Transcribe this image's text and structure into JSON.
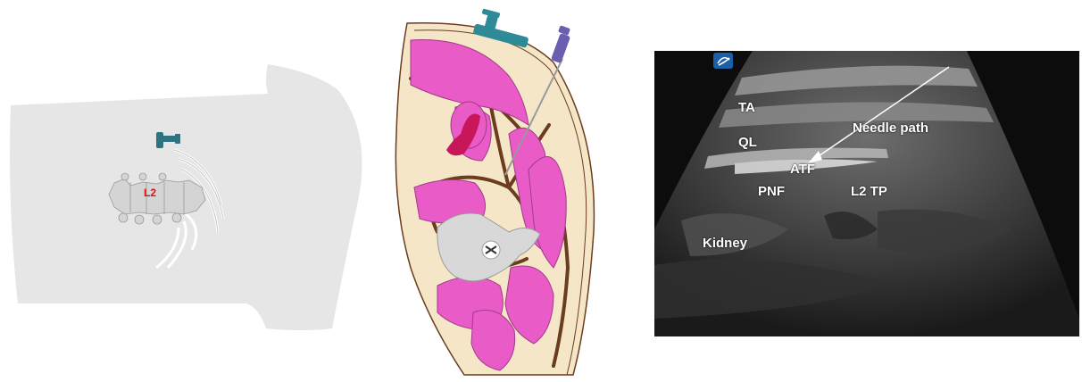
{
  "torso_panel": {
    "vertebra_label": "L2",
    "colors": {
      "skin": "#e4e4e4",
      "bone": "#d6d6d6",
      "probe": "#2e7480",
      "label": "#e01010"
    }
  },
  "cross_section_panel": {
    "colors": {
      "fat": "#f5e6c8",
      "muscle": "#e95bc6",
      "fascia": "#6b3c1e",
      "kidney": "#c8165a",
      "bone": "#d8d8d8",
      "probe": "#2e8a96",
      "needle": "#6a5fae"
    }
  },
  "ultrasound_panel": {
    "logo_icon": "ultrasound-logo-icon",
    "labels": {
      "ta": "TA",
      "ql": "QL",
      "needle_path": "Needle path",
      "atf": "ATF",
      "pnf": "PNF",
      "l2_tp": "L2 TP",
      "kidney": "Kidney"
    }
  }
}
